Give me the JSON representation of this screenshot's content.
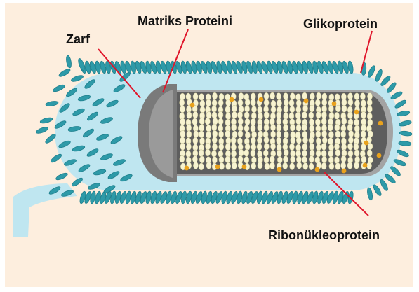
{
  "labels": {
    "zarf": "Zarf",
    "matriks": "Matriks Proteini",
    "glikoprotein": "Glikoprotein",
    "ribonukleoprotein": "Ribonükleoprotein"
  },
  "colors": {
    "background": "#fdeede",
    "envelope": "#bfe6f0",
    "spike": "#2e9aa8",
    "spike_dark": "#1f7f8c",
    "matrix_body": "#9e9e9e",
    "matrix_end": "#777777",
    "rnp_capsule": "#f7f3d0",
    "rnp_dot": "#e9a21c",
    "pointer": "#e0162b"
  }
}
